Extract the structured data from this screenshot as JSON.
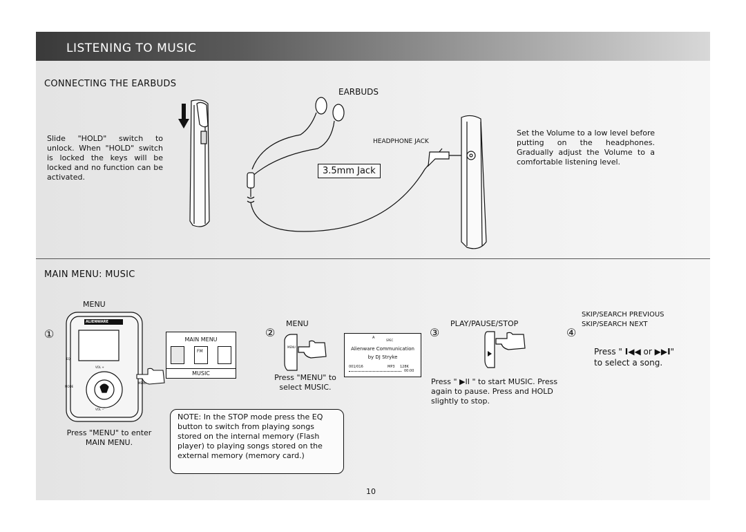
{
  "header": {
    "title": "LISTENING TO MUSIC"
  },
  "section1": {
    "title": "CONNECTING THE EARBUDS",
    "hold_text": "Slide \"HOLD\" switch to unlock. When \"HOLD\" switch is locked the keys will be locked and no function can be activated.",
    "earbuds_label": "EARBUDS",
    "headphone_jack_label": "HEADPHONE JACK",
    "jack_label": "3.5mm Jack",
    "volume_text": "Set the Volume to a low level before putting on the headphones. Gradually adjust the Volume to a comfortable listening level."
  },
  "section2": {
    "title": "MAIN MENU: MUSIC",
    "step1": {
      "number": "①",
      "menu_label": "MENU",
      "device_brand": "ALIENWARE",
      "side_left_top": "EQ",
      "side_left_bottom": "MODE",
      "side_right": "MENU",
      "vol_plus": "VOL +",
      "vol_minus": "VOL −",
      "caption": "Press \"MENU\" to enter MAIN MENU."
    },
    "main_menu_screen": {
      "title": "MAIN MENU",
      "fm_label": "FM",
      "bottom_label": "MUSIC"
    },
    "step2": {
      "number": "②",
      "label": "MENU",
      "button_text": "MENU",
      "caption": "Press \"MENU\" to select MUSIC."
    },
    "music_screen": {
      "artist_title": "Alienware Communication",
      "artist": "by DJ Stryke",
      "track_count": "001/016",
      "format": "MP3",
      "bitrate": "128K",
      "time": "00:00",
      "status_a": "A",
      "status_b": "SPEC"
    },
    "step3": {
      "number": "③",
      "label": "PLAY/PAUSE/STOP",
      "caption": "Press \" ▶II \" to start MUSIC. Press again to pause. Press and HOLD slightly to stop."
    },
    "step4": {
      "number": "④",
      "label_previous": "SKIP/SEARCH PREVIOUS",
      "label_next": "SKIP/SEARCH NEXT",
      "caption_prefix": "Press \"",
      "caption_middle": "or",
      "caption_suffix": "\"",
      "caption_line2": "to select a song."
    },
    "note": "NOTE: In the STOP mode press the EQ button to switch from playing songs stored on the internal memory (Flash player) to playing songs stored on the external memory (memory card.)"
  },
  "footer": {
    "page_number": "10"
  }
}
